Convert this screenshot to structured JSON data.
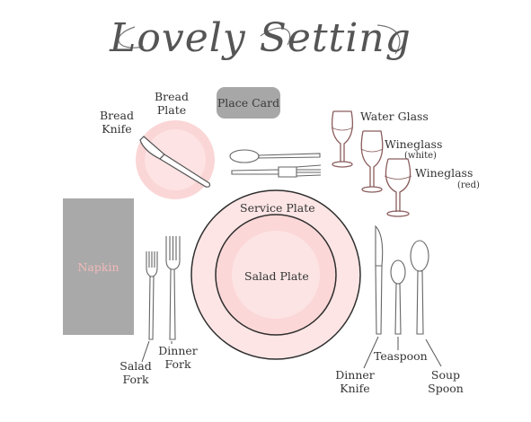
{
  "title": "Lovely Setting",
  "labels": {
    "place_card": "Place Card",
    "napkin": "Napkin",
    "bread_plate_l1": "Bread",
    "bread_plate_l2": "Plate",
    "bread_knife_l1": "Bread",
    "bread_knife_l2": "Knife",
    "water_glass": "Water  Glass",
    "wineglass_white": "Wineglass",
    "wineglass_white_note": "(white)",
    "wineglass_red": "Wineglass",
    "wineglass_red_note": "(red)",
    "service_plate": "Service Plate",
    "salad_plate": "Salad Plate",
    "salad_fork_l1": "Salad",
    "salad_fork_l2": "Fork",
    "dinner_fork_l1": "Dinner",
    "dinner_fork_l2": "Fork",
    "dinner_knife_l1": "Dinner",
    "dinner_knife_l2": "Knife",
    "teaspoon": "Teaspoon",
    "soup_spoon_l1": "Soup",
    "soup_spoon_l2": "Spoon"
  },
  "colors": {
    "plate_fill": "#fde5e5",
    "plate_outline": "#2e2e2e",
    "salad_fill": "#fcd2d2",
    "bread_plate_fill": "#fbd6d6",
    "gray_card": "#a8a8a8",
    "napkin_text": "#f2b9b9",
    "glass_stroke": "#8a5c5c",
    "silver_stroke": "#666666"
  }
}
